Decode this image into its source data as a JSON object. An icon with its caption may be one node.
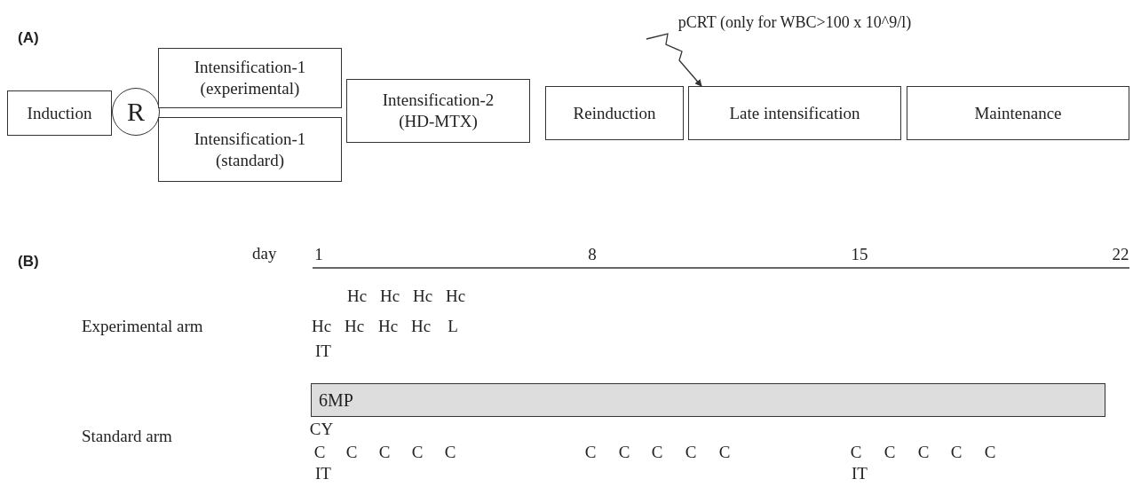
{
  "diagram": {
    "nodes": [
      {
        "text": [
          "Induction"
        ]
      },
      {
        "text": [
          "R"
        ]
      },
      {
        "text": [
          "Intensification-1 (experimental)"
        ]
      },
      {
        "text": [
          "Intensification-1 (standard)"
        ]
      },
      {
        "text": [
          "Intensification-2 (HD-MTX)"
        ]
      },
      {
        "text": [
          "Reinduction"
        ]
      },
      {
        "text": [
          "Late intensification"
        ]
      },
      {
        "text": [
          "Maintenance"
        ]
      },
      {
        "text": [
          "pCRT (only for WBC>100 x 10^9/l)"
        ]
      },
      {
        "text": [
          "6MP"
        ]
      }
    ],
    "edges": [
      {
        "from": 8,
        "to": 6,
        "arrow": "to"
      }
    ],
    "labels": [
      "(A)",
      "(B)",
      "day",
      "1",
      "8",
      "15",
      "22",
      "Hc",
      "Hc",
      "Hc",
      "Hc",
      "Experimental arm",
      "Hc",
      "Hc",
      "Hc",
      "Hc",
      "L",
      "IT",
      "Standard arm",
      "CY",
      "C",
      "C",
      "C",
      "C",
      "C",
      "C",
      "C",
      "C",
      "C",
      "C",
      "C",
      "C",
      "C",
      "C",
      "C",
      "IT",
      "IT"
    ]
  }
}
